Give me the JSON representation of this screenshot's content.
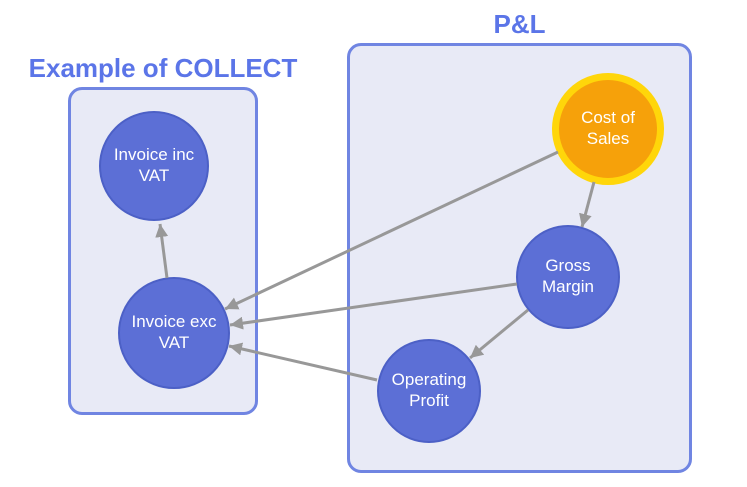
{
  "diagram": {
    "collect_group": {
      "title": "Example of COLLECT"
    },
    "pl_group": {
      "title": "P&L"
    },
    "nodes": {
      "invoice_inc_vat": {
        "line1": "Invoice inc",
        "line2": "VAT"
      },
      "invoice_exc_vat": {
        "line1": "Invoice exc",
        "line2": "VAT"
      },
      "cost_of_sales": {
        "line1": "Cost of",
        "line2": "Sales"
      },
      "gross_margin": {
        "line1": "Gross",
        "line2": "Margin"
      },
      "operating_profit": {
        "line1": "Operating",
        "line2": "Profit"
      }
    },
    "edges": [
      {
        "from": "invoice_exc_vat",
        "to": "invoice_inc_vat"
      },
      {
        "from": "cost_of_sales",
        "to": "gross_margin"
      },
      {
        "from": "cost_of_sales",
        "to": "invoice_exc_vat"
      },
      {
        "from": "gross_margin",
        "to": "invoice_exc_vat"
      },
      {
        "from": "operating_profit",
        "to": "invoice_exc_vat"
      },
      {
        "from": "gross_margin",
        "to": "operating_profit"
      }
    ],
    "colors": {
      "title_blue": "#5b75e8",
      "box_border": "#7085e2",
      "box_fill": "#e8eaf6",
      "node_fill": "#5c6fd6",
      "node_border": "#4c60c6",
      "highlight_fill": "#f6a10a",
      "highlight_border": "#ffd60a",
      "arrow_gray": "#989898",
      "node_text": "#ffffff"
    }
  }
}
